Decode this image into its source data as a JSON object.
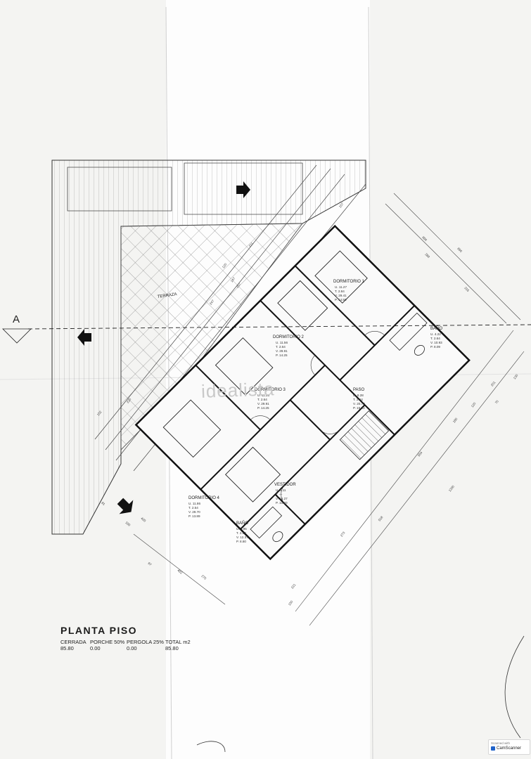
{
  "section_marker": "A",
  "watermark": "idealista",
  "plan": {
    "title": "PLANTA  PISO",
    "summary": {
      "headers": [
        "CERRADA",
        "PORCHE 50%",
        "PERGOLA 25%",
        "TOTAL m2"
      ],
      "values": [
        "85.80",
        "0.00",
        "0.00",
        "85.80"
      ]
    }
  },
  "rooms": [
    {
      "name": "DORMITORIO 1",
      "data": [
        "U. 11.27",
        "T. 2.84",
        "V. 29.41",
        "P. 14.50"
      ]
    },
    {
      "name": "DORMITORIO 2",
      "data": [
        "U. 11.56",
        "T. 2.64",
        "V. 29.91",
        "P. 14.25"
      ]
    },
    {
      "name": "DORMITORIO 3",
      "data": [
        "U. 11.56",
        "T. 2.64",
        "V. 29.91",
        "P. 14.25"
      ]
    },
    {
      "name": "DORMITORIO 4",
      "data": [
        "U. 11.86",
        "T. 2.54",
        "V. 29.70",
        "P. 13.89"
      ]
    },
    {
      "name": "BAÑO",
      "data": [
        "U. 4.22",
        "T. 2.64",
        "V. 10.93",
        "P. 8.09"
      ]
    },
    {
      "name": "BAÑO",
      "data": [
        "U. 4.95",
        "T. 2.52",
        "V. 12.37",
        "P. 8.80"
      ]
    },
    {
      "name": "PASO",
      "data": [
        "U. 8.28",
        "T. 2.44",
        "V. 20.70",
        "P. 15.83"
      ]
    },
    {
      "name": "VESTIDOR",
      "data": [
        "U. 6.11",
        "T. ---",
        "V. 15.27",
        "P. 10.20"
      ]
    },
    {
      "name": "TERRAZA",
      "data": []
    }
  ],
  "dimensions": [
    "650",
    "600",
    "260",
    "315",
    "201",
    "130",
    "120",
    "70",
    "180",
    "554",
    "1330",
    "518",
    "273",
    "221",
    "150",
    "275",
    "402",
    "420",
    "150",
    "257",
    "247",
    "211",
    "147",
    "120",
    "152",
    "220",
    "157",
    "81",
    "97"
  ],
  "scanner": {
    "top_text": "Scanned with",
    "brand": "CamScanner"
  }
}
